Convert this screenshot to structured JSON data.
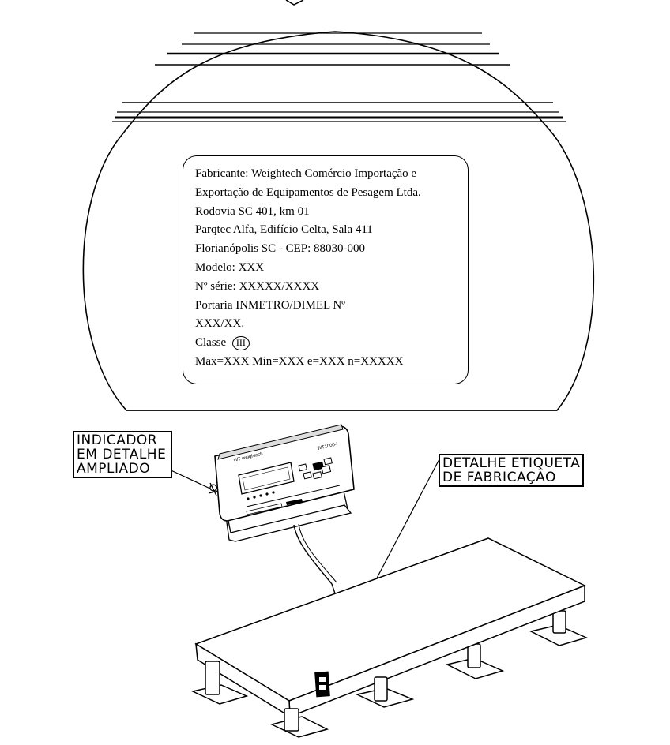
{
  "plate": {
    "fabricante_1": "Fabricante: Weightech Comércio Importação e",
    "fabricante_2": "Exportação de Equipamentos de Pesagem Ltda.",
    "endereco_1": "Rodovia SC 401, km 01",
    "endereco_2": "Parqtec Alfa, Edifício Celta, Sala 411",
    "endereco_3": "Florianópolis SC - CEP: 88030-000",
    "modelo": "Modelo: XXX",
    "serie": "Nº série: XXXXX/XXXX",
    "portaria_a": "Portaria",
    "portaria_b": "INMETRO/DIMEL",
    "portaria_c": "Nº",
    "portaria_num": "XXX/XX.",
    "classe_label": "Classe",
    "classe_symbol": "III",
    "capacidade": "Max=XXX Min=XXX e=XXX n=XXXXX"
  },
  "labels": {
    "indicator": [
      "INDICADOR",
      "EM DETALHE",
      "AMPLIADO"
    ],
    "etiqueta": [
      "DETALHE ETIQUETA",
      "DE FABRICAÇÃO"
    ]
  },
  "indicator_device": {
    "brand": "WT weightech",
    "model": "WT1000-I"
  }
}
